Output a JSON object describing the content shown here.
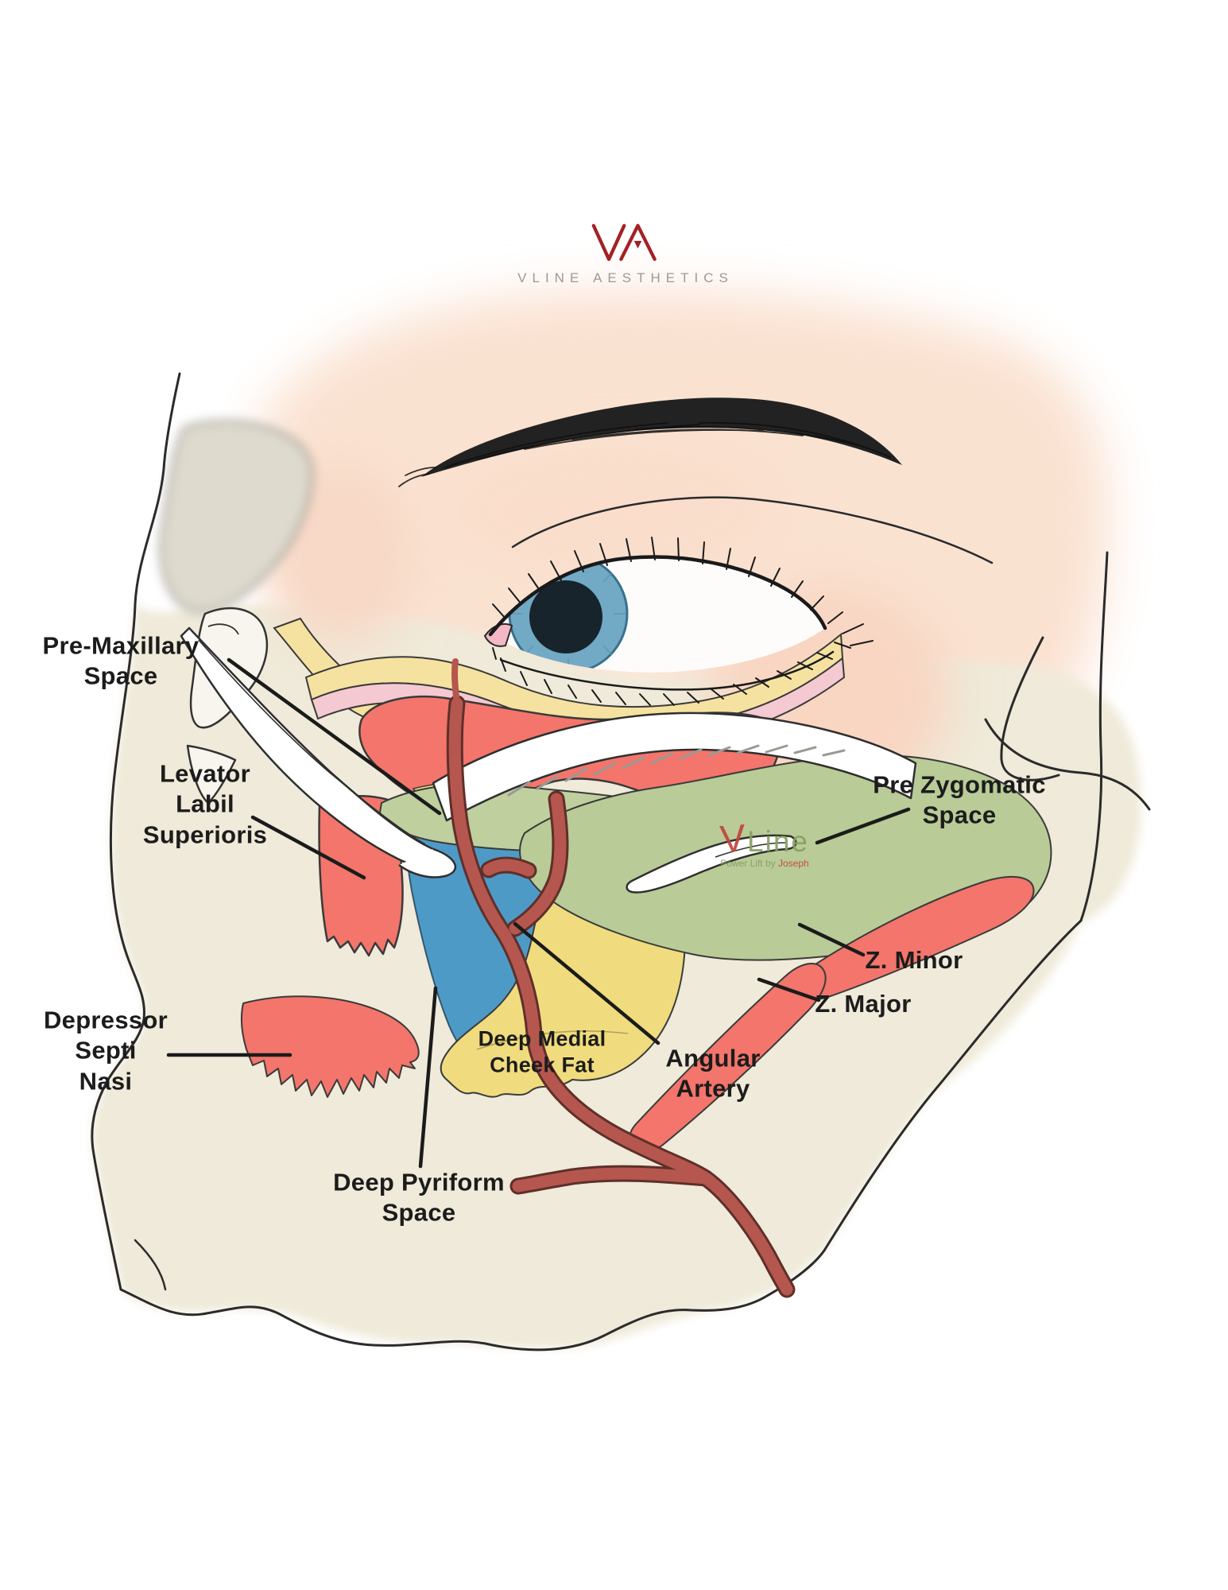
{
  "figure": {
    "type": "facial anatomy illustration",
    "region": "periorbital and midface dissection"
  },
  "brand": {
    "logo_monogram": "VLA",
    "logo_name": "VLINE AESTHETICS",
    "logo_color": "#a32124",
    "logo_text_color": "#9a9a9a"
  },
  "watermark": {
    "v": "V",
    "line": "Line",
    "tagline": "Power Lift by ",
    "tagline_author": "Joseph"
  },
  "labels": {
    "pre_maxillary": "Pre-Maxillary\nSpace",
    "levator": "Levator\nLabil\nSuperioris",
    "depressor": "Depressor\nSepti\nNasi",
    "deep_pyriform": "Deep Pyriform\nSpace",
    "deep_medial_cheek_fat": "Deep Medial\nCheek Fat",
    "angular_artery": "Angular\nArtery",
    "z_minor": "Z. Minor",
    "z_major": "Z. Major",
    "pre_zygomatic": "Pre Zygomatic\nSpace"
  },
  "colors": {
    "muscle_red": "#f3756b",
    "fat_yellow": "#f0dc7e",
    "space_green": "#b9cb97",
    "pyriform_blue": "#4e9ac7",
    "artery_red": "#b5574e",
    "skin_peach": "#fae2d1",
    "face_beige": "#efead9",
    "lid_pink": "#f4c9d2",
    "iris_blue": "#72a9c4",
    "ink": "#1c1c1c"
  }
}
